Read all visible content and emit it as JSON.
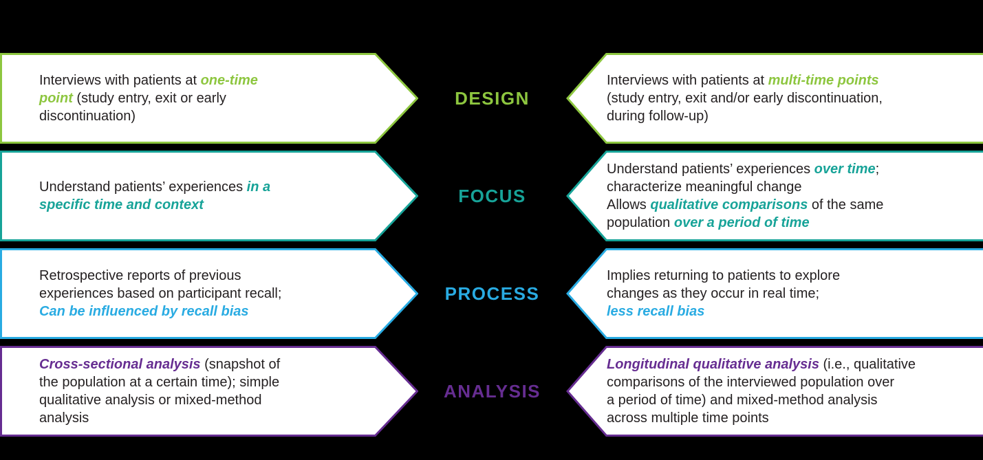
{
  "diagram": {
    "background_color": "#000000",
    "box_fill": "#FFFFFF",
    "body_text_color": "#231F20"
  },
  "rows": [
    {
      "id": "design",
      "label": "DESIGN",
      "color": "#8DC63F",
      "left": {
        "segments": [
          {
            "t": "Interviews with patients at ",
            "em": false
          },
          {
            "t": "one-time\npoint",
            "em": true
          },
          {
            "t": " (study entry, exit or early\ndiscontinuation)",
            "em": false
          }
        ]
      },
      "right": {
        "segments": [
          {
            "t": "Interviews with patients at ",
            "em": false
          },
          {
            "t": "multi-time points",
            "em": true
          },
          {
            "t": "\n(study entry, exit and/or early discontinuation,\nduring follow-up)",
            "em": false
          }
        ]
      }
    },
    {
      "id": "focus",
      "label": "FOCUS",
      "color": "#17A398",
      "left": {
        "segments": [
          {
            "t": "Understand patients’ experiences ",
            "em": false
          },
          {
            "t": "in a\nspecific time and context",
            "em": true
          }
        ]
      },
      "right": {
        "segments": [
          {
            "t": "Understand patients’ experiences ",
            "em": false
          },
          {
            "t": "over time",
            "em": true
          },
          {
            "t": ";\ncharacterize meaningful change\nAllows ",
            "em": false
          },
          {
            "t": "qualitative comparisons",
            "em": true
          },
          {
            "t": " of the same\npopulation ",
            "em": false
          },
          {
            "t": "over a period of time",
            "em": true
          }
        ]
      }
    },
    {
      "id": "process",
      "label": "PROCESS",
      "color": "#29ABE2",
      "left": {
        "segments": [
          {
            "t": "Retrospective reports of previous\nexperiences based on participant recall;\n",
            "em": false
          },
          {
            "t": "Can be influenced by recall bias",
            "em": true
          }
        ]
      },
      "right": {
        "segments": [
          {
            "t": "Implies returning to patients to explore\nchanges as they occur in real time;\n",
            "em": false
          },
          {
            "t": "less recall bias",
            "em": true
          }
        ]
      }
    },
    {
      "id": "analysis",
      "label": "ANALYSIS",
      "color": "#662D91",
      "left": {
        "segments": [
          {
            "t": "Cross-sectional analysis",
            "em": true
          },
          {
            "t": " (snapshot of\nthe population at a certain time); simple\nqualitative analysis or mixed-method\nanalysis",
            "em": false
          }
        ]
      },
      "right": {
        "segments": [
          {
            "t": "Longitudinal qualitative analysis",
            "em": true
          },
          {
            "t": " (i.e., qualitative\ncomparisons of the interviewed population over\na period of time) and mixed-method analysis\nacross multiple time points",
            "em": false
          }
        ]
      }
    }
  ]
}
